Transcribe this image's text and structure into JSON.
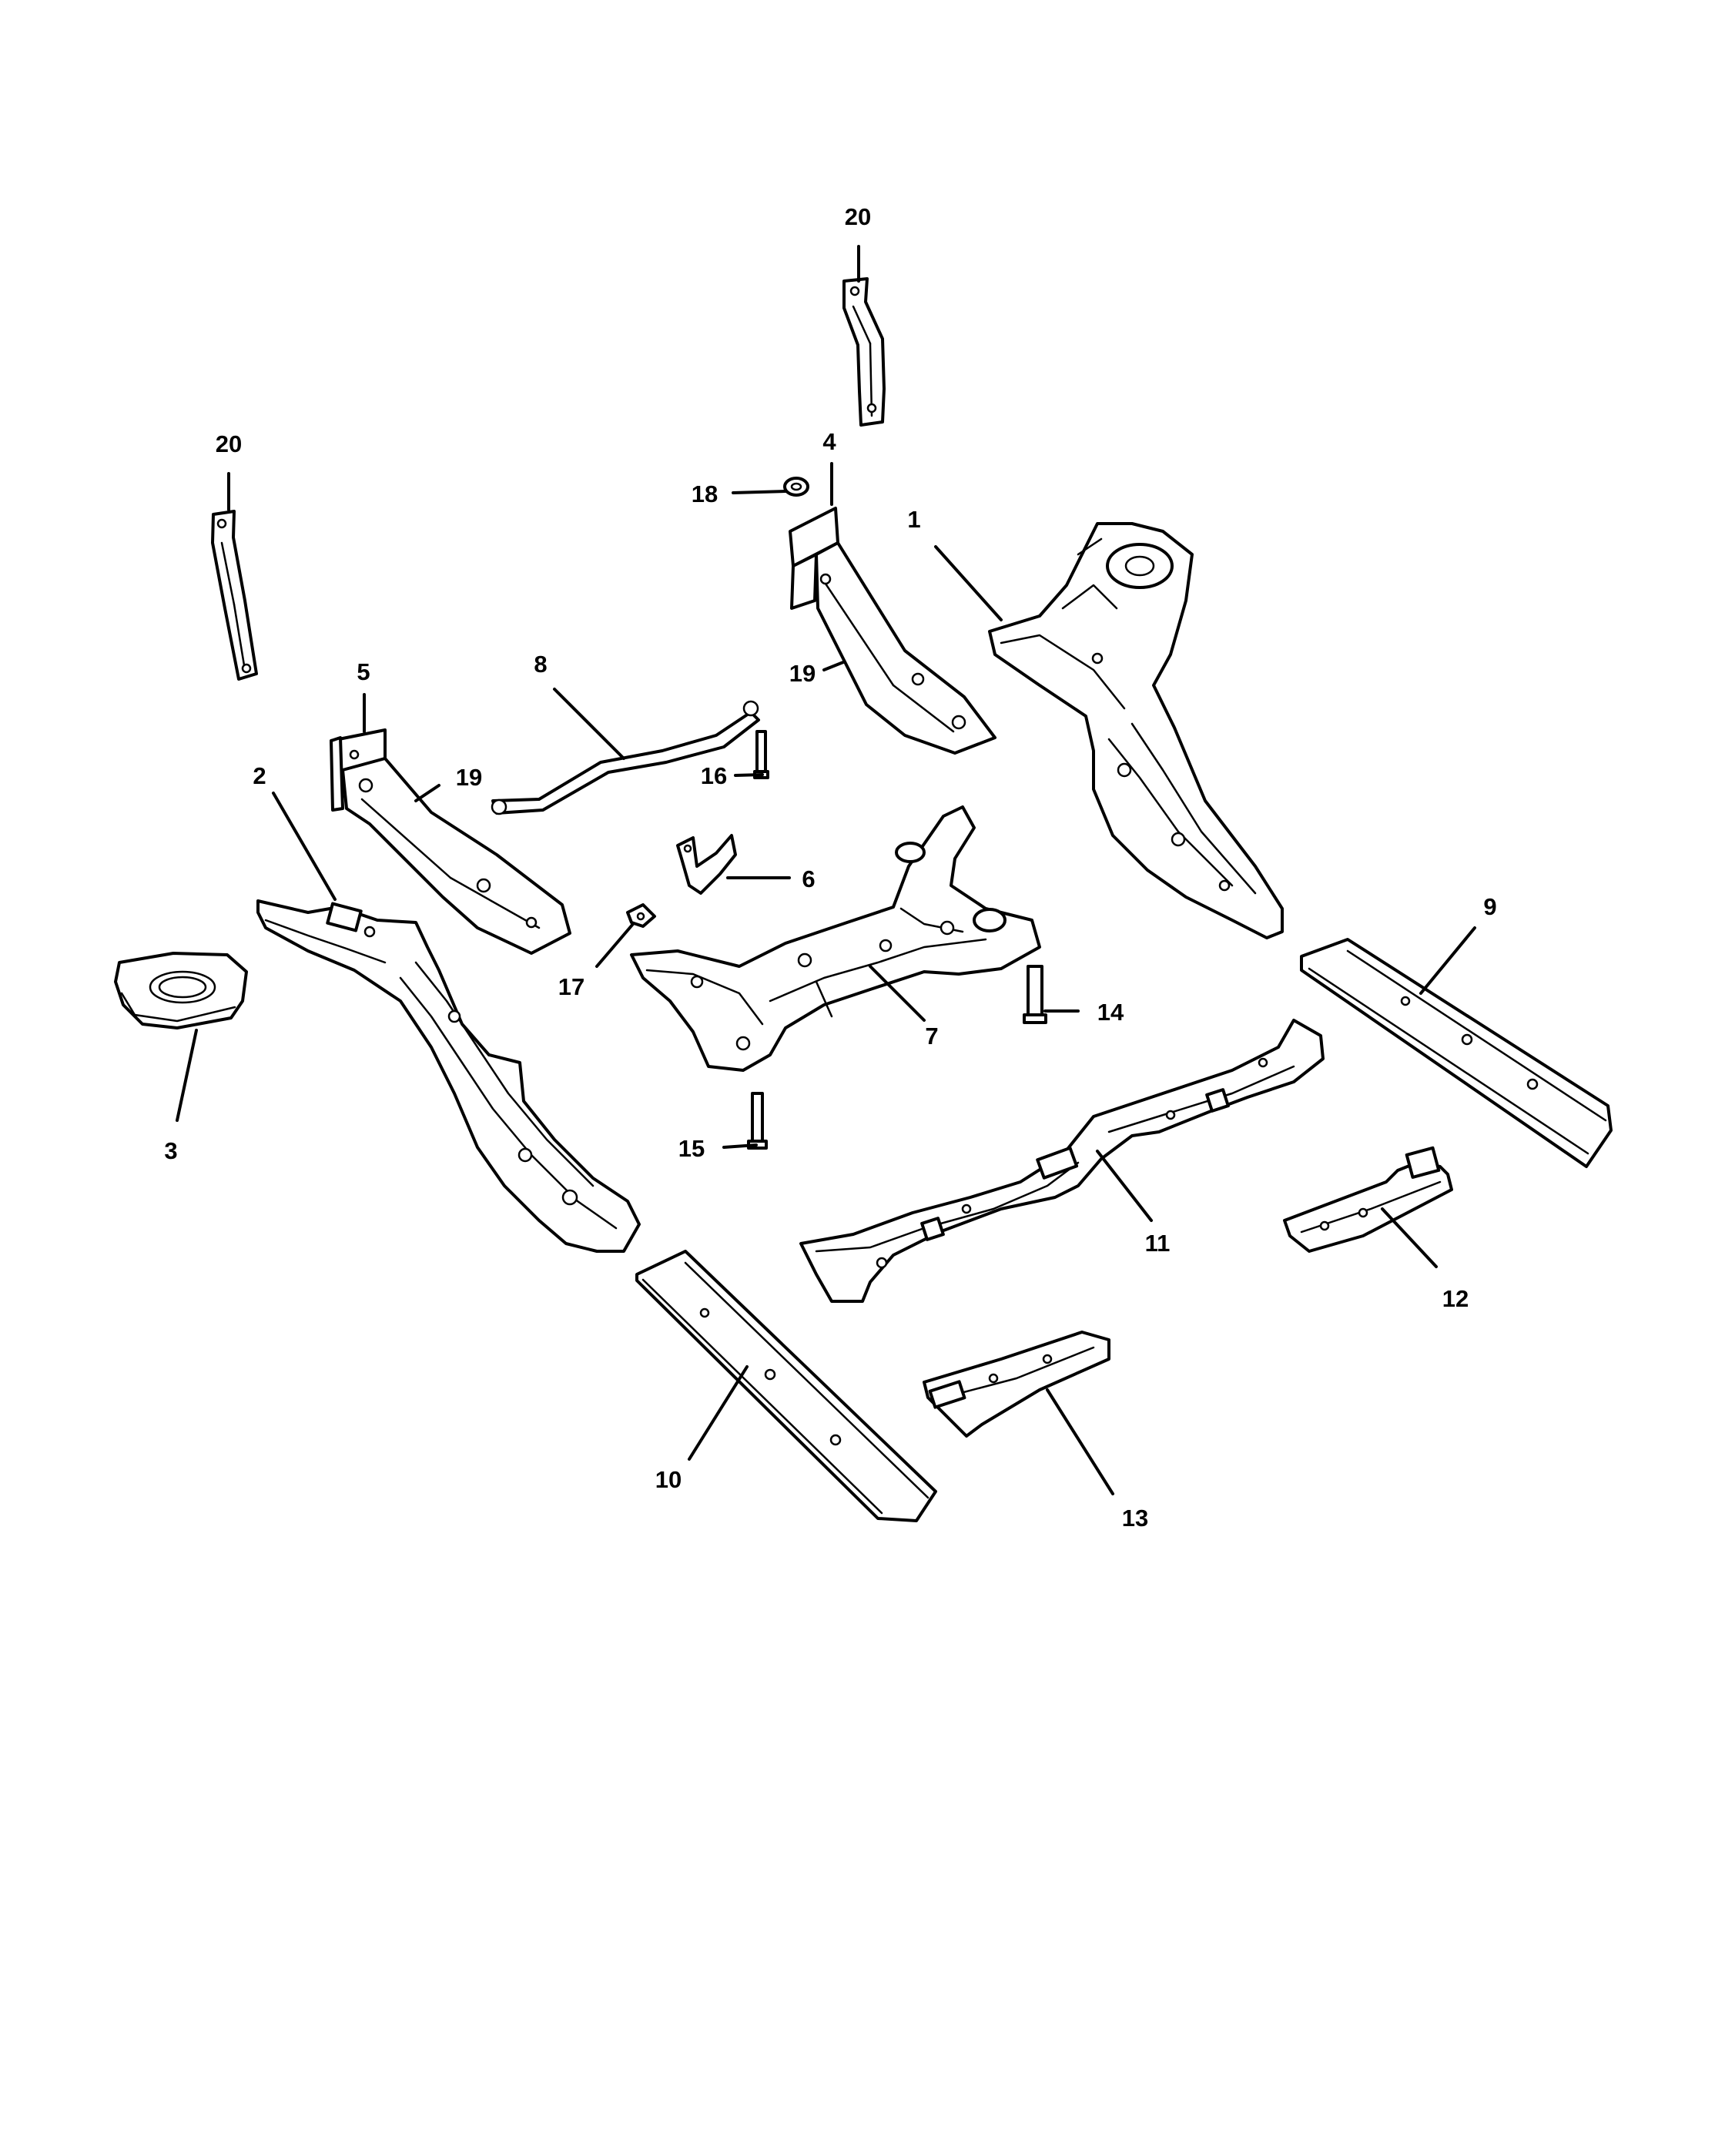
{
  "diagram": {
    "callouts": [
      {
        "id": "c1",
        "text": "1"
      },
      {
        "id": "c2",
        "text": "2"
      },
      {
        "id": "c3",
        "text": "3"
      },
      {
        "id": "c4",
        "text": "4"
      },
      {
        "id": "c5",
        "text": "5"
      },
      {
        "id": "c6",
        "text": "6"
      },
      {
        "id": "c7",
        "text": "7"
      },
      {
        "id": "c8",
        "text": "8"
      },
      {
        "id": "c9",
        "text": "9"
      },
      {
        "id": "c10",
        "text": "10"
      },
      {
        "id": "c11",
        "text": "11"
      },
      {
        "id": "c12",
        "text": "12"
      },
      {
        "id": "c13",
        "text": "13"
      },
      {
        "id": "c14",
        "text": "14"
      },
      {
        "id": "c15",
        "text": "15"
      },
      {
        "id": "c16",
        "text": "16"
      },
      {
        "id": "c17",
        "text": "17"
      },
      {
        "id": "c18",
        "text": "18"
      },
      {
        "id": "c19a",
        "text": "19"
      },
      {
        "id": "c19b",
        "text": "19"
      },
      {
        "id": "c20a",
        "text": "20"
      },
      {
        "id": "c20b",
        "text": "20"
      }
    ]
  }
}
